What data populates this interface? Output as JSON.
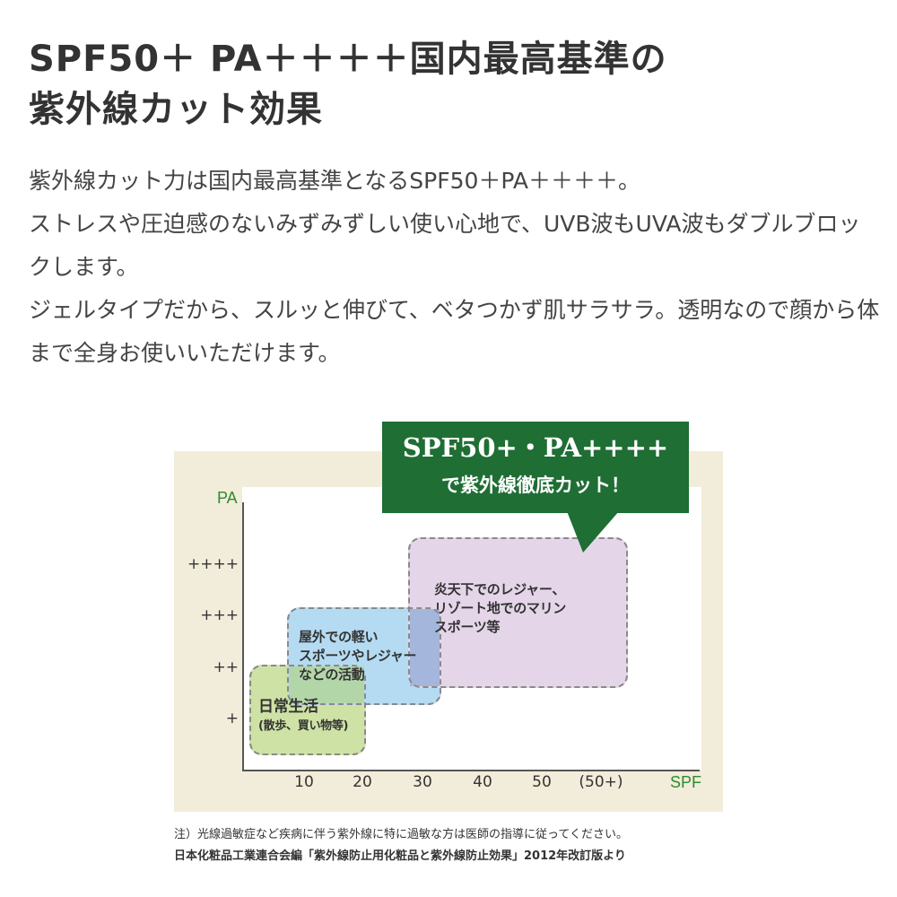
{
  "heading": {
    "line1": "SPF50＋ PA＋＋＋＋国内最高基準の",
    "line2": "紫外線カット効果"
  },
  "body": [
    "紫外線カット力は国内最高基準となるSPF50＋PA＋＋＋＋。",
    "ストレスや圧迫感のないみずみずしい使い心地で、UVB波もUVA波もダブルブロックします。",
    "ジェルタイプだから、スルッと伸びて、ベタつかず肌サラサラ。透明なので顔から体まで全身お使いいただけます。"
  ],
  "diagram": {
    "y_axis_title": "PA",
    "x_axis_title": "SPF",
    "y_ticks": [
      "++++",
      "+++",
      "++",
      "+"
    ],
    "x_ticks": [
      "10",
      "20",
      "30",
      "40",
      "50",
      "(50+)"
    ],
    "zones": [
      {
        "lines": [
          "日常生活",
          "(散歩、買い物等)"
        ],
        "color": "#cfe2a6"
      },
      {
        "lines": [
          "屋外での軽い",
          "スポーツやレジャー",
          "などの活動"
        ],
        "color": "#b5dbf2"
      },
      {
        "lines": [
          "炎天下でのレジャー、",
          "リゾート地でのマリン",
          "スポーツ等"
        ],
        "color": "#e4d6e8"
      }
    ],
    "overlap_color": "#a4b6dc",
    "callout": {
      "line1": "SPF50+・PA++++",
      "line2": "で紫外線徹底カット！",
      "color": "#1f6e34"
    },
    "panel_color": "#f2ecda",
    "axis_title_color": "#2e8b2e"
  },
  "notes": {
    "line1": "注）光線過敏症など疾病に伴う紫外線に特に過敏な方は医師の指導に従ってください。",
    "line2": "日本化粧品工業連合会編「紫外線防止用化粧品と紫外線防止効果」2012年改訂版より"
  }
}
